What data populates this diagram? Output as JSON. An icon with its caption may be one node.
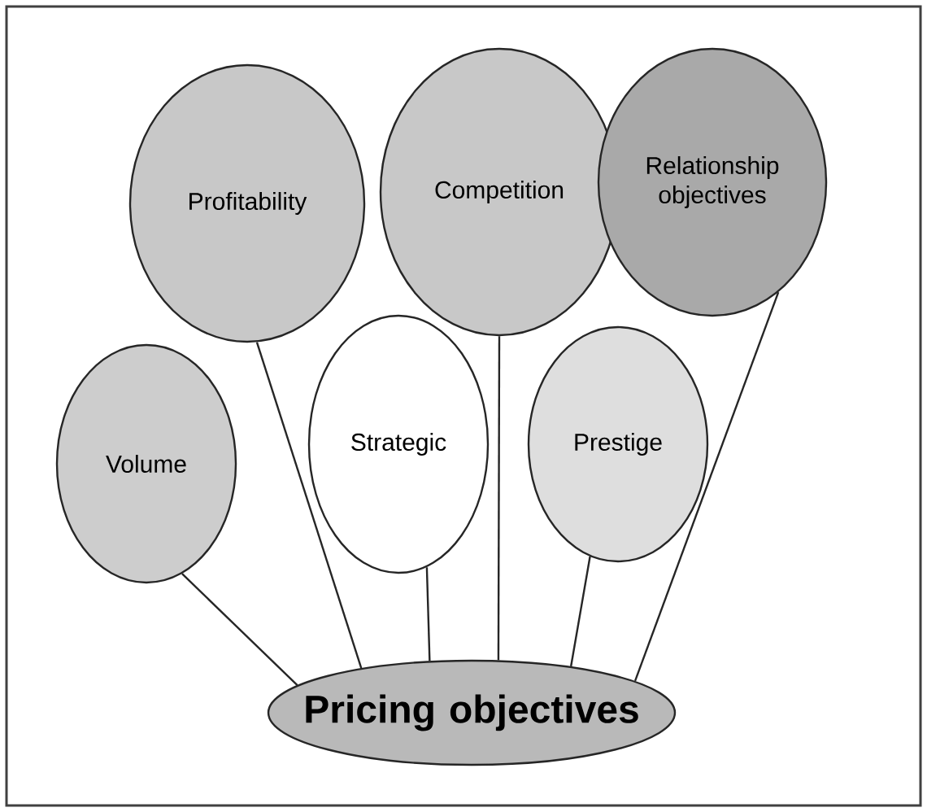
{
  "diagram": {
    "nodes": [
      {
        "text": [
          "Profitability"
        ]
      },
      {
        "text": [
          "Competition"
        ]
      },
      {
        "text": [
          "Relationship objectives"
        ]
      },
      {
        "text": [
          "Volume"
        ]
      },
      {
        "text": [
          "Strategic"
        ]
      },
      {
        "text": [
          "Prestige"
        ]
      },
      {
        "text": [
          "Pricing objectives"
        ]
      }
    ],
    "edges": [
      {
        "from": 0,
        "to": 6,
        "arrow": "none"
      },
      {
        "from": 1,
        "to": 6,
        "arrow": "none"
      },
      {
        "from": 2,
        "to": 6,
        "arrow": "none"
      },
      {
        "from": 3,
        "to": 6,
        "arrow": "none"
      },
      {
        "from": 4,
        "to": 6,
        "arrow": "none"
      },
      {
        "from": 5,
        "to": 6,
        "arrow": "none"
      }
    ]
  }
}
